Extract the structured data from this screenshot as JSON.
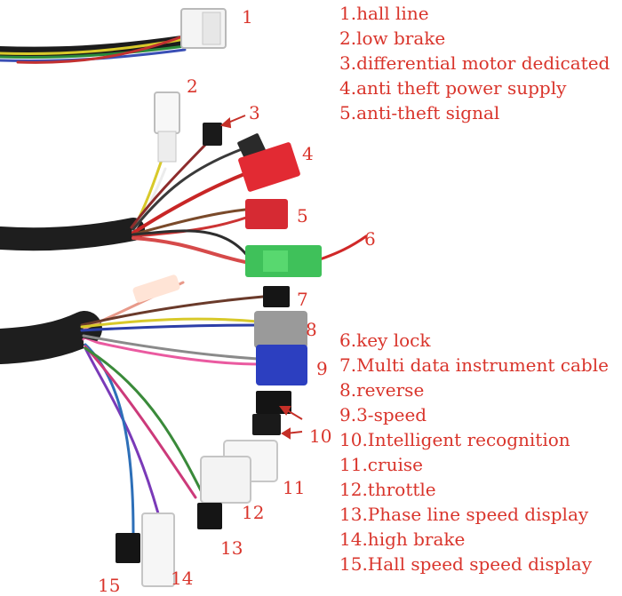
{
  "legend_top": [
    "1.hall line",
    "2.low brake",
    "3.differential motor dedicated",
    "4.anti theft power supply",
    "5.anti-theft signal"
  ],
  "legend_bottom": [
    "6.key lock",
    "7.Multi data instrument cable",
    "8.reverse",
    "9.3-speed",
    "10.Intelligent recognition",
    "11.cruise",
    "12.throttle",
    "13.Phase line speed display",
    "14.high brake",
    "15.Hall speed speed display"
  ],
  "callouts": [
    "1",
    "2",
    "3",
    "4",
    "5",
    "6",
    "7",
    "8",
    "9",
    "10",
    "11",
    "12",
    "13",
    "14",
    "15"
  ],
  "colors": {
    "label_red": "#d9342b"
  }
}
